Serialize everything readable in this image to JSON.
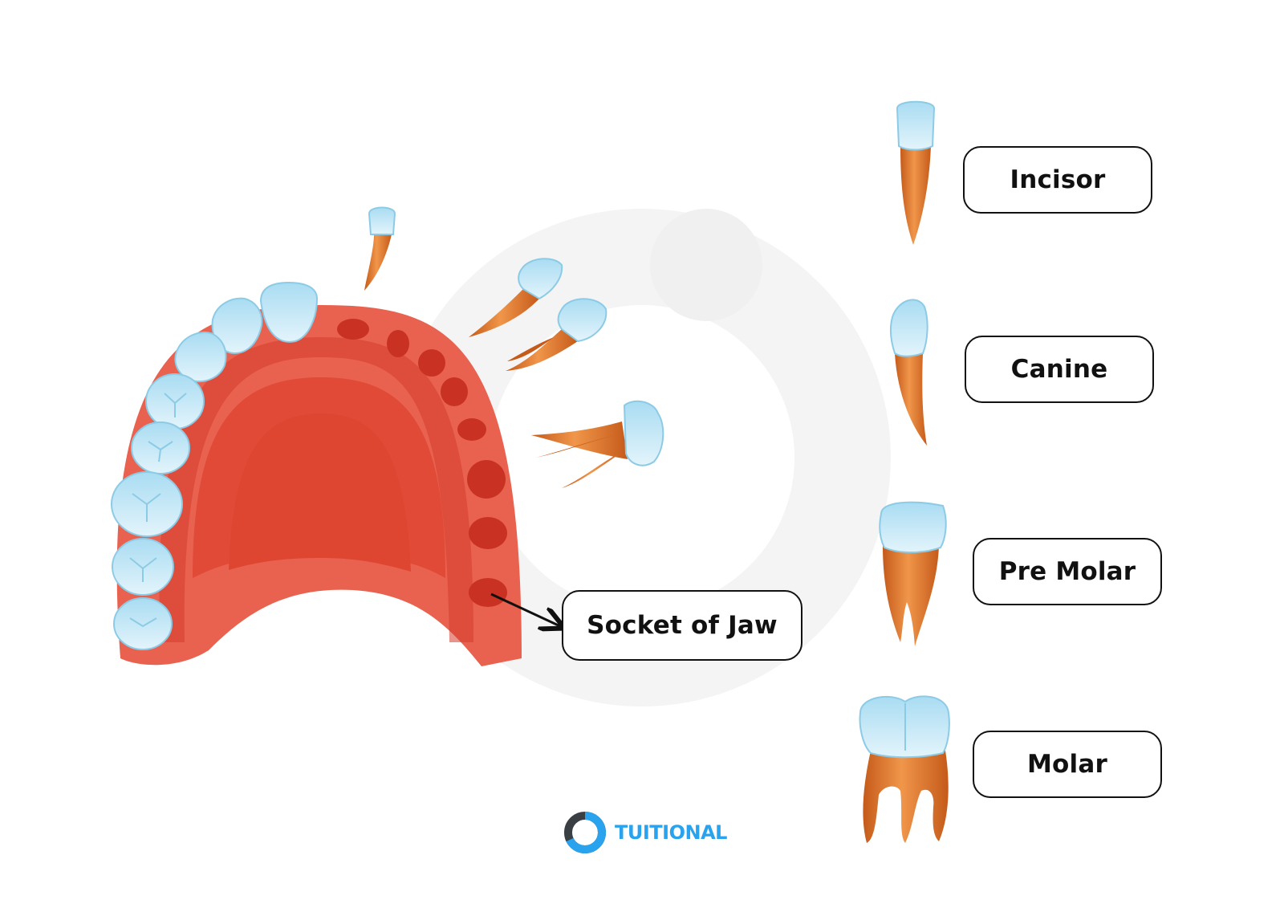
{
  "labels": {
    "socket": "Socket of Jaw",
    "incisor": "Incisor",
    "canine": "Canine",
    "premolar": "Pre Molar",
    "molar": "Molar"
  },
  "brand": {
    "name": "TUITIONAL"
  },
  "colors": {
    "gum": "#e8624f",
    "gum_dark": "#d63d2c",
    "palate": "#e04a36",
    "socket": "#c93222",
    "tooth_crown": "#bfe4f4",
    "tooth_crown_outline": "#8ccbe6",
    "tooth_root": "#e07a32",
    "tooth_root_dark": "#c55a1a",
    "watermark": "#f3f3f3",
    "brand_blue": "#2aa3ee",
    "brand_dark": "#3a3f44"
  },
  "icons": {
    "brand_logo": "ring-logo-icon",
    "arrow": "arrow-right-icon"
  }
}
